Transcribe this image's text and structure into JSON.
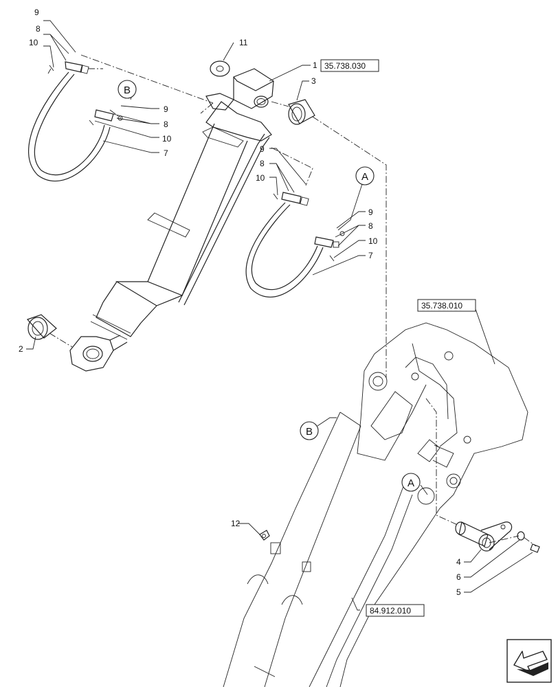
{
  "labels": {
    "n1": "1",
    "n2": "2",
    "n3": "3",
    "n4": "4",
    "n5": "5",
    "n6": "6",
    "n7": "7",
    "n8": "8",
    "n9": "9",
    "n10": "10",
    "n11": "11",
    "n12": "12"
  },
  "refs": {
    "cylinder": "35.738.030",
    "bracket": "35.738.010",
    "boom": "84.912.010"
  },
  "markers": {
    "a": "A",
    "b": "B"
  }
}
